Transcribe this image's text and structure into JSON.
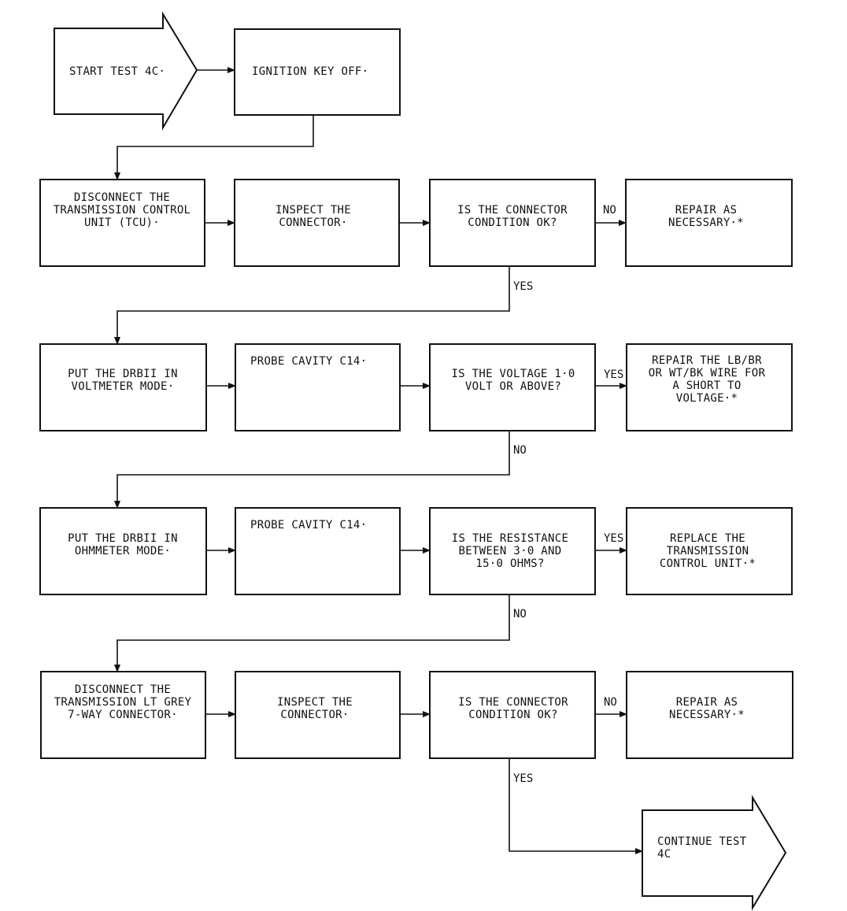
{
  "start": {
    "lines": [
      "START TEST 4C·"
    ]
  },
  "boxes": {
    "ignition": {
      "lines": [
        "IGNITION KEY OFF·"
      ]
    },
    "disconnect_tcu": {
      "lines": [
        "DISCONNECT THE",
        "TRANSMISSION CONTROL",
        "UNIT (TCU)·"
      ]
    },
    "inspect_1": {
      "lines": [
        "INSPECT THE",
        "CONNECTOR·"
      ]
    },
    "q_connector_1": {
      "lines": [
        "IS THE CONNECTOR",
        "CONDITION OK?"
      ]
    },
    "repair_1": {
      "lines": [
        "REPAIR AS",
        "NECESSARY·*"
      ]
    },
    "voltmeter": {
      "lines": [
        "PUT THE DRBII IN",
        "VOLTMETER MODE·"
      ]
    },
    "probe_1": {
      "lines": [
        "PROBE CAVITY C14·"
      ]
    },
    "q_voltage": {
      "lines": [
        "IS THE VOLTAGE 1·0",
        "VOLT OR ABOVE?"
      ]
    },
    "repair_wire": {
      "lines": [
        "REPAIR THE LB/BR",
        "OR WT/BK WIRE FOR",
        "A SHORT TO",
        "VOLTAGE·*"
      ]
    },
    "ohmmeter": {
      "lines": [
        "PUT THE DRBII IN",
        "OHMMETER MODE·"
      ]
    },
    "probe_2": {
      "lines": [
        "PROBE CAVITY C14·"
      ]
    },
    "q_resistance": {
      "lines": [
        "IS THE RESISTANCE",
        "BETWEEN 3·0 AND",
        "15·0 OHMS?"
      ]
    },
    "replace_tcu": {
      "lines": [
        "REPLACE THE",
        "TRANSMISSION",
        "CONTROL UNIT·*"
      ]
    },
    "disconnect_grey": {
      "lines": [
        "DISCONNECT THE",
        "TRANSMISSION LT GREY",
        "7-WAY CONNECTOR·"
      ]
    },
    "inspect_2": {
      "lines": [
        "INSPECT THE",
        "CONNECTOR·"
      ]
    },
    "q_connector_2": {
      "lines": [
        "IS THE CONNECTOR",
        "CONDITION OK?"
      ]
    },
    "repair_2": {
      "lines": [
        "REPAIR AS",
        "NECESSARY·*"
      ]
    }
  },
  "continue": {
    "lines": [
      "CONTINUE TEST",
      "4C"
    ]
  },
  "labels": {
    "no_1": "NO",
    "yes_1": "YES",
    "yes_2": "YES",
    "no_2": "NO",
    "yes_3": "YES",
    "no_3": "NO",
    "no_4": "NO",
    "yes_4": "YES"
  }
}
